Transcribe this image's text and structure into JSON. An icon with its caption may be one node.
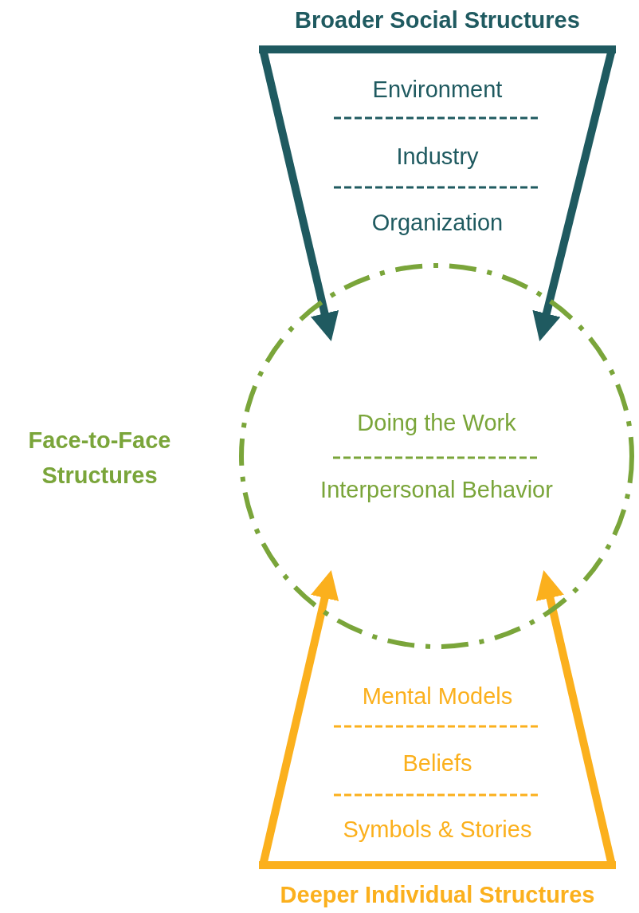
{
  "diagram": {
    "nodes": [
      {
        "text": [
          "Broader Social Structures",
          "Environment",
          "Industry",
          "Organization"
        ]
      },
      {
        "text": [
          "Doing the Work",
          "Interpersonal Behavior"
        ],
        "beside": [
          "Face-to-Face Structures"
        ]
      },
      {
        "text": [
          "Mental Models",
          "Beliefs",
          "Symbols & Stories",
          "Deeper Individual Structures"
        ]
      }
    ],
    "edges": [
      {
        "from": 0,
        "to": 1,
        "arrow": "to",
        "color": "#1f5a60"
      },
      {
        "from": 0,
        "to": 1,
        "arrow": "to",
        "color": "#1f5a60"
      },
      {
        "from": 2,
        "to": 1,
        "arrow": "to",
        "color": "#fbb01d"
      },
      {
        "from": 2,
        "to": 1,
        "arrow": "to",
        "color": "#fbb01d"
      }
    ]
  }
}
